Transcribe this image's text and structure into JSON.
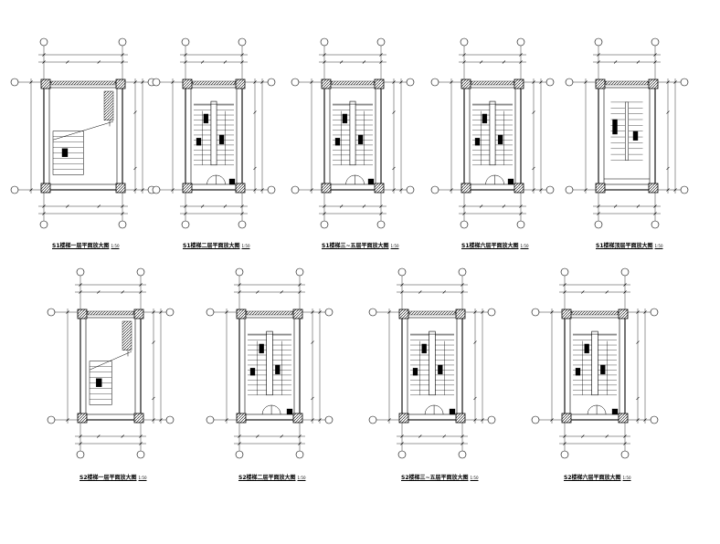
{
  "drawing": {
    "colors": {
      "line": "#000000",
      "hatch": "#000000",
      "paper": "#ffffff"
    },
    "plans": [
      {
        "id": "s1-f1",
        "caption": "S1楼梯一层平面放大图",
        "scale": "1:50",
        "variant": "ground"
      },
      {
        "id": "s1-f2",
        "caption": "S1楼梯二层平面放大图",
        "scale": "1:50",
        "variant": "typical"
      },
      {
        "id": "s1-f3-5",
        "caption": "S1楼梯三~五层平面放大图",
        "scale": "1:50",
        "variant": "typical"
      },
      {
        "id": "s1-f6",
        "caption": "S1楼梯六层平面放大图",
        "scale": "1:50",
        "variant": "typical"
      },
      {
        "id": "s1-roof",
        "caption": "S1楼梯顶层平面放大图",
        "scale": "1:50",
        "variant": "roof"
      },
      {
        "id": "s2-f1",
        "caption": "S2楼梯一层平面放大图",
        "scale": "1:50",
        "variant": "ground"
      },
      {
        "id": "s2-f2",
        "caption": "S2楼梯二层平面放大图",
        "scale": "1:50",
        "variant": "typical"
      },
      {
        "id": "s2-f3-5",
        "caption": "S2楼梯三~五层平面放大图",
        "scale": "1:50",
        "variant": "typical"
      },
      {
        "id": "s2-f6",
        "caption": "S2楼梯六层平面放大图",
        "scale": "1:50",
        "variant": "typical"
      }
    ]
  }
}
